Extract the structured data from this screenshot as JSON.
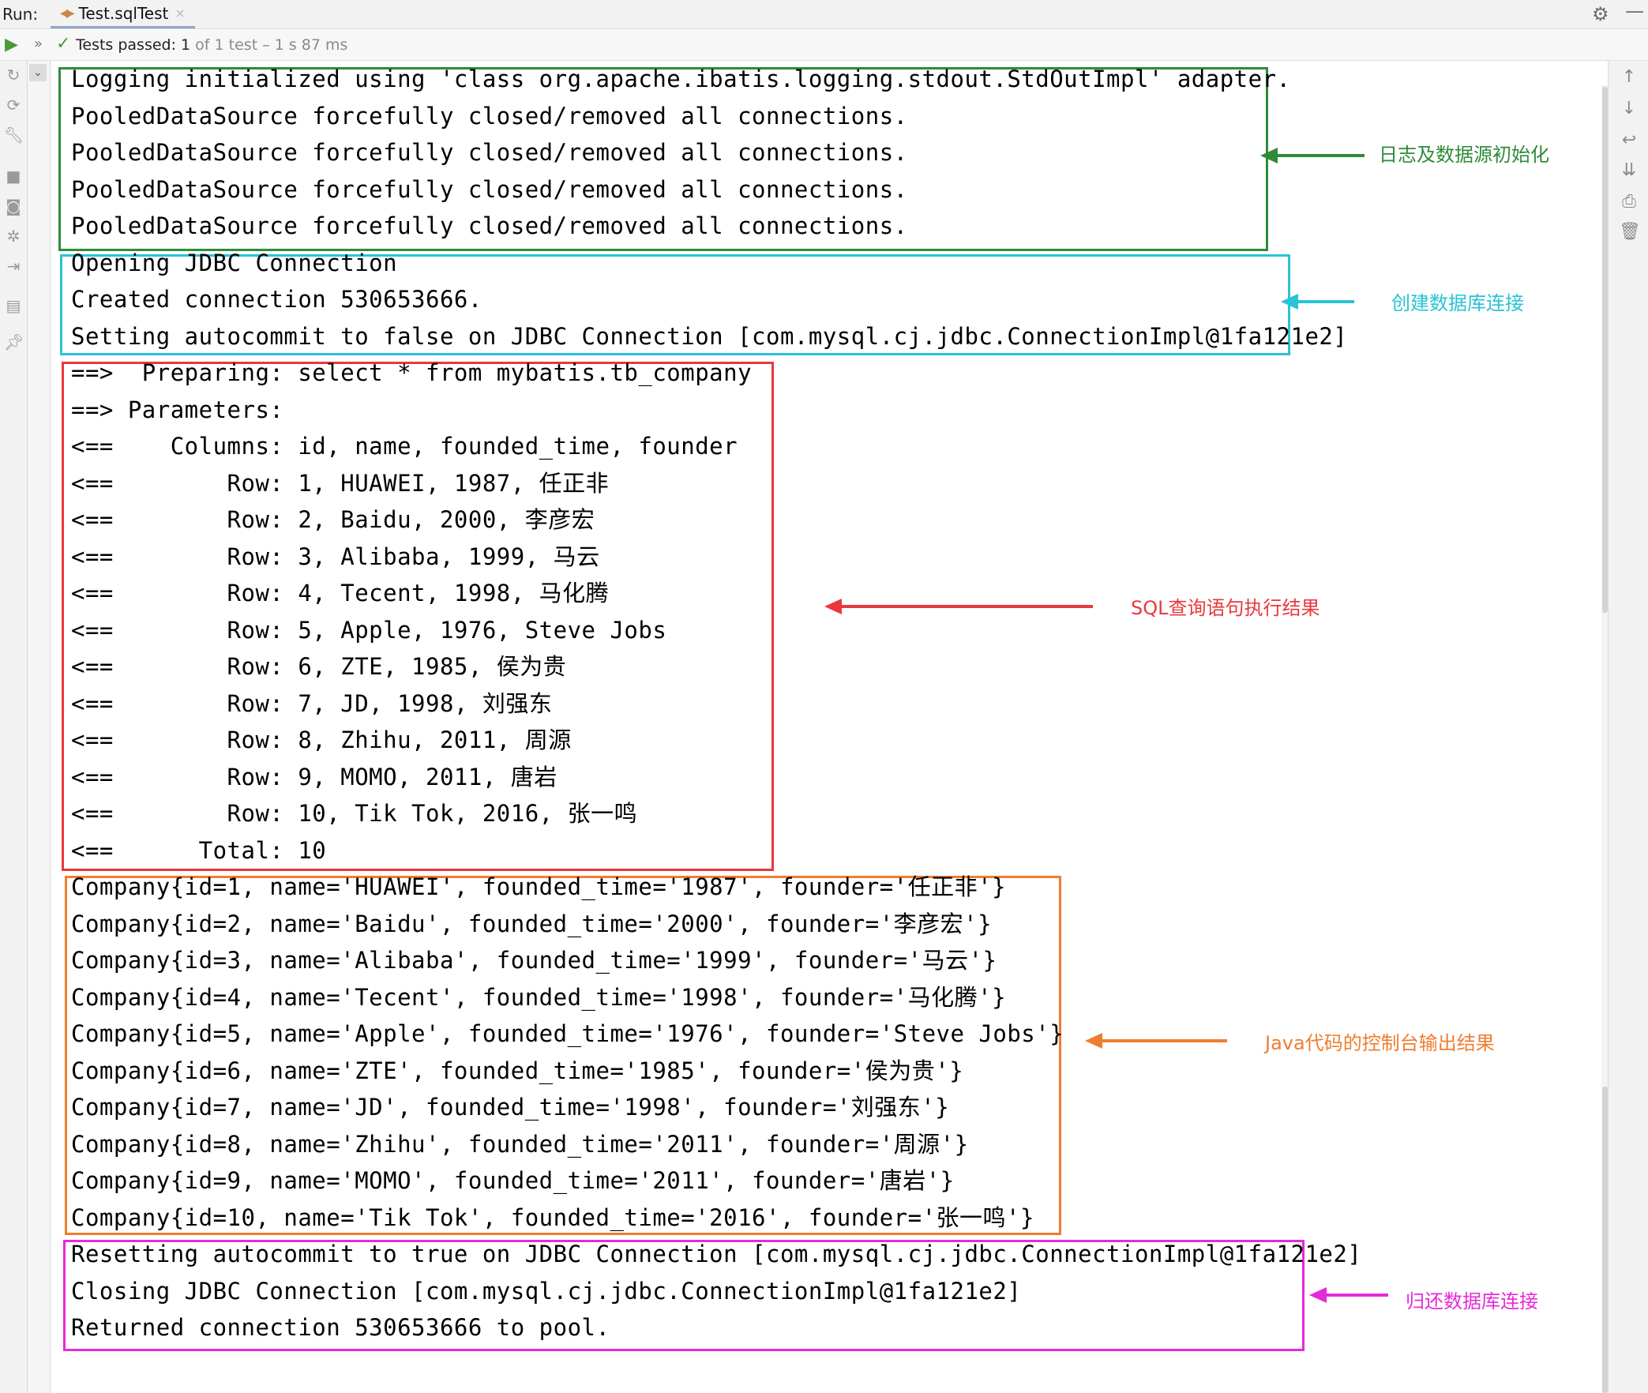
{
  "header": {
    "run_label": "Run:",
    "tab_label": "Test.sqlTest",
    "tab_close_glyph": "×"
  },
  "status": {
    "tests_passed_label": "Tests passed: 1",
    "tests_detail": " of 1 test – 1 s 87 ms"
  },
  "console": {
    "init_lines": [
      "Logging initialized using 'class org.apache.ibatis.logging.stdout.StdOutImpl' adapter.",
      "PooledDataSource forcefully closed/removed all connections.",
      "PooledDataSource forcefully closed/removed all connections.",
      "PooledDataSource forcefully closed/removed all connections.",
      "PooledDataSource forcefully closed/removed all connections."
    ],
    "connect_lines": [
      "Opening JDBC Connection",
      "Created connection 530653666.",
      "Setting autocommit to false on JDBC Connection [com.mysql.cj.jdbc.ConnectionImpl@1fa121e2]"
    ],
    "sql_lines": [
      "==>  Preparing: select * from mybatis.tb_company",
      "==> Parameters: ",
      "<==    Columns: id, name, founded_time, founder",
      "<==        Row: 1, HUAWEI, 1987, 任正非",
      "<==        Row: 2, Baidu, 2000, 李彦宏",
      "<==        Row: 3, Alibaba, 1999, 马云",
      "<==        Row: 4, Tecent, 1998, 马化腾",
      "<==        Row: 5, Apple, 1976, Steve Jobs",
      "<==        Row: 6, ZTE, 1985, 侯为贵",
      "<==        Row: 7, JD, 1998, 刘强东",
      "<==        Row: 8, Zhihu, 2011, 周源",
      "<==        Row: 9, MOMO, 2011, 唐岩",
      "<==        Row: 10, Tik Tok, 2016, 张一鸣",
      "<==      Total: 10"
    ],
    "java_lines": [
      "Company{id=1, name='HUAWEI', founded_time='1987', founder='任正非'}",
      "Company{id=2, name='Baidu', founded_time='2000', founder='李彦宏'}",
      "Company{id=3, name='Alibaba', founded_time='1999', founder='马云'}",
      "Company{id=4, name='Tecent', founded_time='1998', founder='马化腾'}",
      "Company{id=5, name='Apple', founded_time='1976', founder='Steve Jobs'}",
      "Company{id=6, name='ZTE', founded_time='1985', founder='侯为贵'}",
      "Company{id=7, name='JD', founded_time='1998', founder='刘强东'}",
      "Company{id=8, name='Zhihu', founded_time='2011', founder='周源'}",
      "Company{id=9, name='MOMO', founded_time='2011', founder='唐岩'}",
      "Company{id=10, name='Tik Tok', founded_time='2016', founder='张一鸣'}"
    ],
    "close_lines": [
      "Resetting autocommit to true on JDBC Connection [com.mysql.cj.jdbc.ConnectionImpl@1fa121e2]",
      "Closing JDBC Connection [com.mysql.cj.jdbc.ConnectionImpl@1fa121e2]",
      "Returned connection 530653666 to pool."
    ]
  },
  "annotations": {
    "init": {
      "label": "日志及数据源初始化",
      "color": "#2e8b3a"
    },
    "connect": {
      "label": "创建数据库连接",
      "color": "#29c3d6"
    },
    "sql": {
      "label": "SQL查询语句执行结果",
      "color": "#e8383d"
    },
    "java": {
      "label": "Java代码的控制台输出结果",
      "color": "#ef7d31"
    },
    "close": {
      "label": "归还数据库连接",
      "color": "#e62ad8"
    }
  },
  "icons": {
    "run_tab_icon": "code-tag-icon",
    "header_right": [
      "gear-icon",
      "minimize-icon"
    ],
    "status": [
      "rerun-icon",
      "expand-icon",
      "check-icon"
    ],
    "left_toolbar": [
      "rerun-failed-icon",
      "toggle-auto-test-icon",
      "wrench-icon",
      "stop-icon",
      "camera-icon",
      "debug-icon",
      "exit-icon",
      "layout-icon",
      "pin-icon"
    ],
    "right_toolbar": [
      "up-arrow-icon",
      "down-arrow-icon",
      "soft-wrap-icon",
      "scroll-to-end-icon",
      "print-icon",
      "trash-icon"
    ]
  }
}
